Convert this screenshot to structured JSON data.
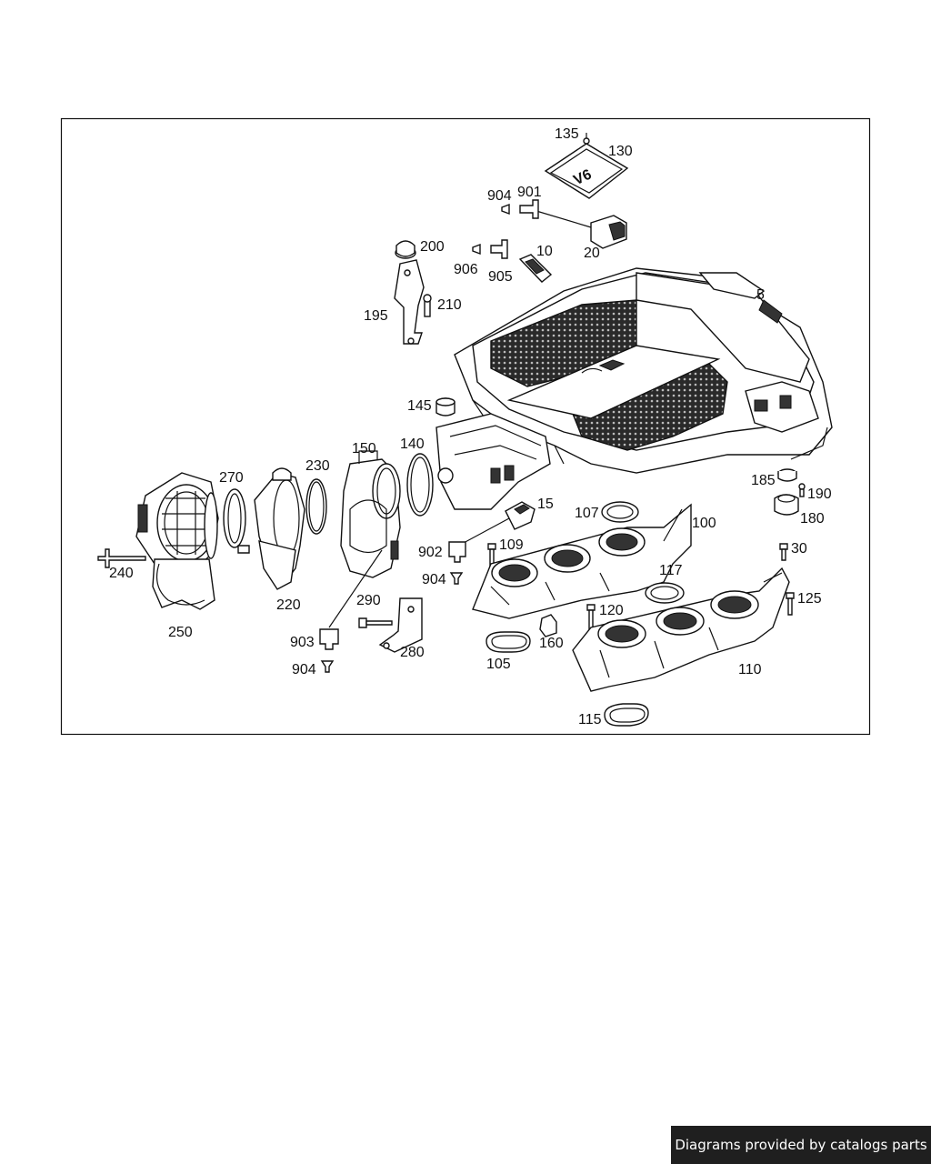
{
  "footer": {
    "credit": "Diagrams provided by catalogs parts"
  },
  "cover_badge": "V6",
  "callouts": [
    {
      "id": "c135",
      "text": "135"
    },
    {
      "id": "c130",
      "text": "130"
    },
    {
      "id": "c904a",
      "text": "904"
    },
    {
      "id": "c901",
      "text": "901"
    },
    {
      "id": "c200",
      "text": "200"
    },
    {
      "id": "c10",
      "text": "10"
    },
    {
      "id": "c906",
      "text": "906"
    },
    {
      "id": "c905",
      "text": "905"
    },
    {
      "id": "c20",
      "text": "20"
    },
    {
      "id": "c5",
      "text": "5"
    },
    {
      "id": "c210",
      "text": "210"
    },
    {
      "id": "c195",
      "text": "195"
    },
    {
      "id": "c145",
      "text": "145"
    },
    {
      "id": "c150",
      "text": "150"
    },
    {
      "id": "c140",
      "text": "140"
    },
    {
      "id": "c270",
      "text": "270"
    },
    {
      "id": "c230",
      "text": "230"
    },
    {
      "id": "c15",
      "text": "15"
    },
    {
      "id": "c185",
      "text": "185"
    },
    {
      "id": "c190",
      "text": "190"
    },
    {
      "id": "c107",
      "text": "107"
    },
    {
      "id": "c100",
      "text": "100"
    },
    {
      "id": "c180",
      "text": "180"
    },
    {
      "id": "c902",
      "text": "902"
    },
    {
      "id": "c109",
      "text": "109"
    },
    {
      "id": "c30",
      "text": "30"
    },
    {
      "id": "c240",
      "text": "240"
    },
    {
      "id": "c904b",
      "text": "904"
    },
    {
      "id": "c117",
      "text": "117"
    },
    {
      "id": "c125",
      "text": "125"
    },
    {
      "id": "c220",
      "text": "220"
    },
    {
      "id": "c290",
      "text": "290"
    },
    {
      "id": "c120",
      "text": "120"
    },
    {
      "id": "c250",
      "text": "250"
    },
    {
      "id": "c903",
      "text": "903"
    },
    {
      "id": "c160",
      "text": "160"
    },
    {
      "id": "c280",
      "text": "280"
    },
    {
      "id": "c105",
      "text": "105"
    },
    {
      "id": "c110",
      "text": "110"
    },
    {
      "id": "c904c",
      "text": "904"
    },
    {
      "id": "c115",
      "text": "115"
    }
  ]
}
